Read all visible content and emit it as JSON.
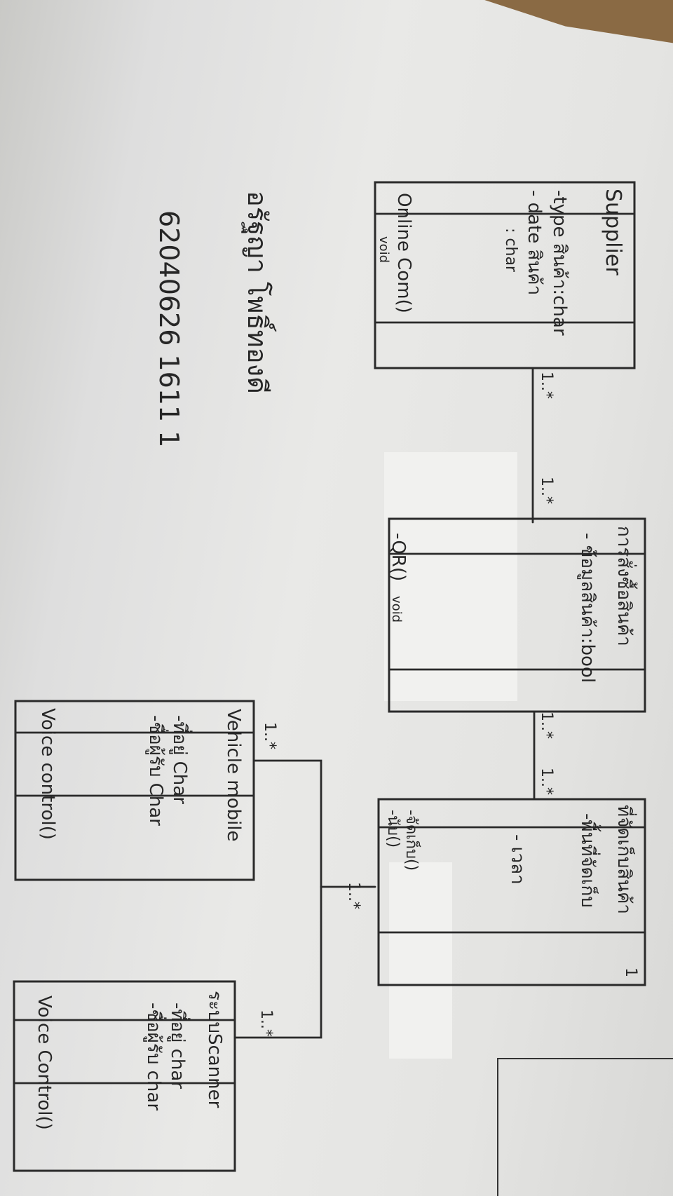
{
  "diagram": {
    "classes": [
      {
        "id": "supplier",
        "name": "Supplier",
        "attributes": [
          "-type สินค้า:char",
          "- date สินค้า",
          ": char"
        ],
        "methods": [
          "Online Com()",
          "void"
        ]
      },
      {
        "id": "order-class",
        "name": "การสั่งซื้อสินค้า",
        "attributes": [
          "- ข้อมูลสินค้า:bool"
        ],
        "methods": [
          "-QR()",
          "void"
        ]
      },
      {
        "id": "customer-class",
        "name": "ที่จัดเก็บสินค้า",
        "attributes": [
          "-พื้นที่จัดเก็บ",
          "- เวลา"
        ],
        "methods": [
          "-จัดเก็บ()",
          "-นับ()"
        ]
      },
      {
        "id": "vehicle",
        "name": "Vehicle mobile",
        "attributes": [
          "-ที่อยู่ Char",
          "-ชื่อผู้รับ Char"
        ],
        "methods": [
          "Voice control()"
        ]
      },
      {
        "id": "scanner",
        "name": "ระบบScanner",
        "attributes": [
          "-ที่อยู่ char",
          "-ชื่อผู้รับ char"
        ],
        "methods": [
          "Voice Control()"
        ]
      }
    ],
    "multiplicities": [
      "1..*",
      "1..*",
      "1..*",
      "1..*",
      "1..*",
      "1..*",
      "1..*",
      "1"
    ],
    "author": {
      "name": "อรัฐญา โพธิ์ทองดี",
      "id": "62040626 1611 1"
    }
  }
}
